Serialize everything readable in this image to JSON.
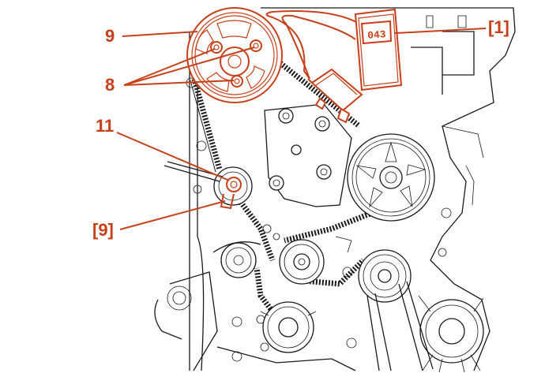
{
  "colors": {
    "callout": "#c8401a",
    "line": "#1a1a1a",
    "fill": "#ffffff"
  },
  "callouts": {
    "tool_1": "[1]",
    "ref_9": "9",
    "ref_8": "8",
    "ref_11": "11",
    "tool_9": "[9]"
  },
  "device": {
    "display_reading": "043"
  }
}
